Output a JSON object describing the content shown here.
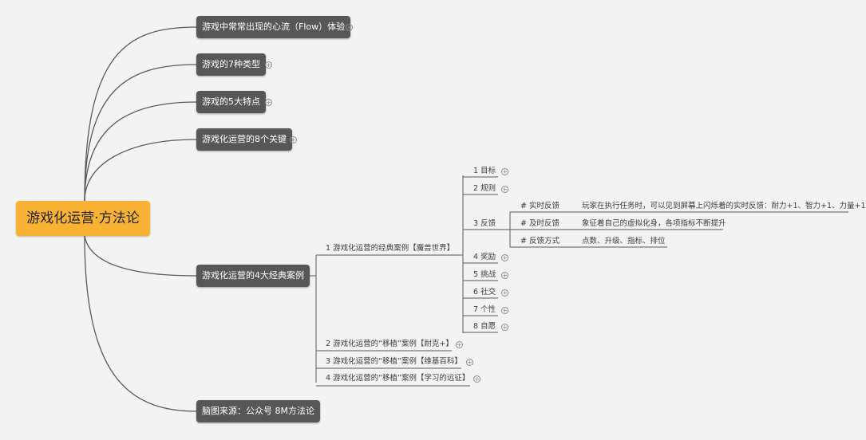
{
  "root": "游戏化运营·方法论",
  "branches": [
    "游戏中常常出现的心流（Flow）体验",
    "游戏的7种类型",
    "游戏的5大特点",
    "游戏化运营的8个关键",
    "游戏化运营的4大经典案例",
    "脑图来源：公众号 8M方法论"
  ],
  "cases": [
    "1 游戏化运营的经典案例【魔兽世界】",
    "2 游戏化运营的“移植”案例【耐克+】",
    "3 游戏化运营的“移植”案例【维基百科】",
    "4 游戏化运营的“移植”案例【学习的远征】"
  ],
  "wow_items": [
    "1 目标",
    "2 规则",
    "3 反馈",
    "4 奖励",
    "5 挑战",
    "6 社交",
    "7 个性",
    "8 自愿"
  ],
  "feedback_items": [
    {
      "label": "# 实时反馈",
      "desc": "玩家在执行任务时，可以见到屏幕上闪烁着的实时反馈：耐力+1、智力+1、力量+1"
    },
    {
      "label": "# 及时反馈",
      "desc": "象征着自己的虚拟化身，各项指标不断提升"
    },
    {
      "label": "# 反馈方式",
      "desc": "点数、升级、指标、排位"
    }
  ],
  "expand_symbol": "+",
  "colors": {
    "root": "#f8b334",
    "box": "#575757",
    "line": "#5a5a5a",
    "background": "#f3f3f3"
  }
}
